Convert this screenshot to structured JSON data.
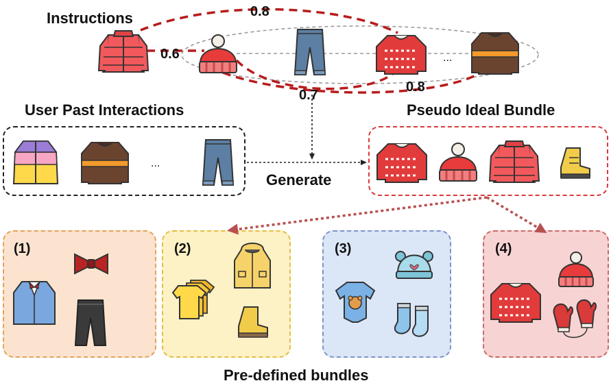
{
  "labels": {
    "instructions": "Instructions",
    "user_past": "User Past Interactions",
    "pseudo": "Pseudo Ideal Bundle",
    "generate": "Generate",
    "predefined": "Pre-defined bundles",
    "ellipsis_top": "...",
    "ellipsis_user": "..."
  },
  "edge_weights": [
    {
      "label": "0.8",
      "from": "jacket",
      "to": "christmas-sweater"
    },
    {
      "label": "0.6",
      "from": "jacket",
      "to": "beanie"
    },
    {
      "label": "0.7",
      "from": "beanie",
      "to": "christmas-sweater"
    },
    {
      "label": "0.8",
      "from": "beanie",
      "to": "brown-sweater"
    }
  ],
  "instruction_items": [
    "puffer-jacket",
    "red-beanie",
    "jeans",
    "christmas-sweater",
    "brown-sweater"
  ],
  "user_items": [
    "windbreaker",
    "brown-sweater",
    "jeans"
  ],
  "pseudo_items": [
    "christmas-sweater",
    "red-beanie",
    "puffer-jacket",
    "yellow-boot"
  ],
  "bundles": [
    {
      "label": "(1)",
      "items": [
        "blue-suit",
        "bow-tie",
        "trousers"
      ]
    },
    {
      "label": "(2)",
      "items": [
        "t-shirts",
        "parka",
        "boot"
      ]
    },
    {
      "label": "(3)",
      "items": [
        "baby-hat",
        "onesie",
        "socks"
      ]
    },
    {
      "label": "(4)",
      "items": [
        "christmas-sweater",
        "red-beanie",
        "mittens"
      ]
    }
  ],
  "colors": {
    "red_dashed": "#b71c1c",
    "gray_dashed": "#9a9a9a",
    "bundle1_fill": "#fbe3cf",
    "bundle1_border": "#e3a35a",
    "bundle2_fill": "#fdf1c6",
    "bundle2_border": "#e2bf45",
    "bundle3_fill": "#dbe6f7",
    "bundle3_border": "#7d95c6",
    "bundle4_fill": "#f7d3d3",
    "bundle4_border": "#c86a6a",
    "pseudo_border": "#d93a3a"
  }
}
